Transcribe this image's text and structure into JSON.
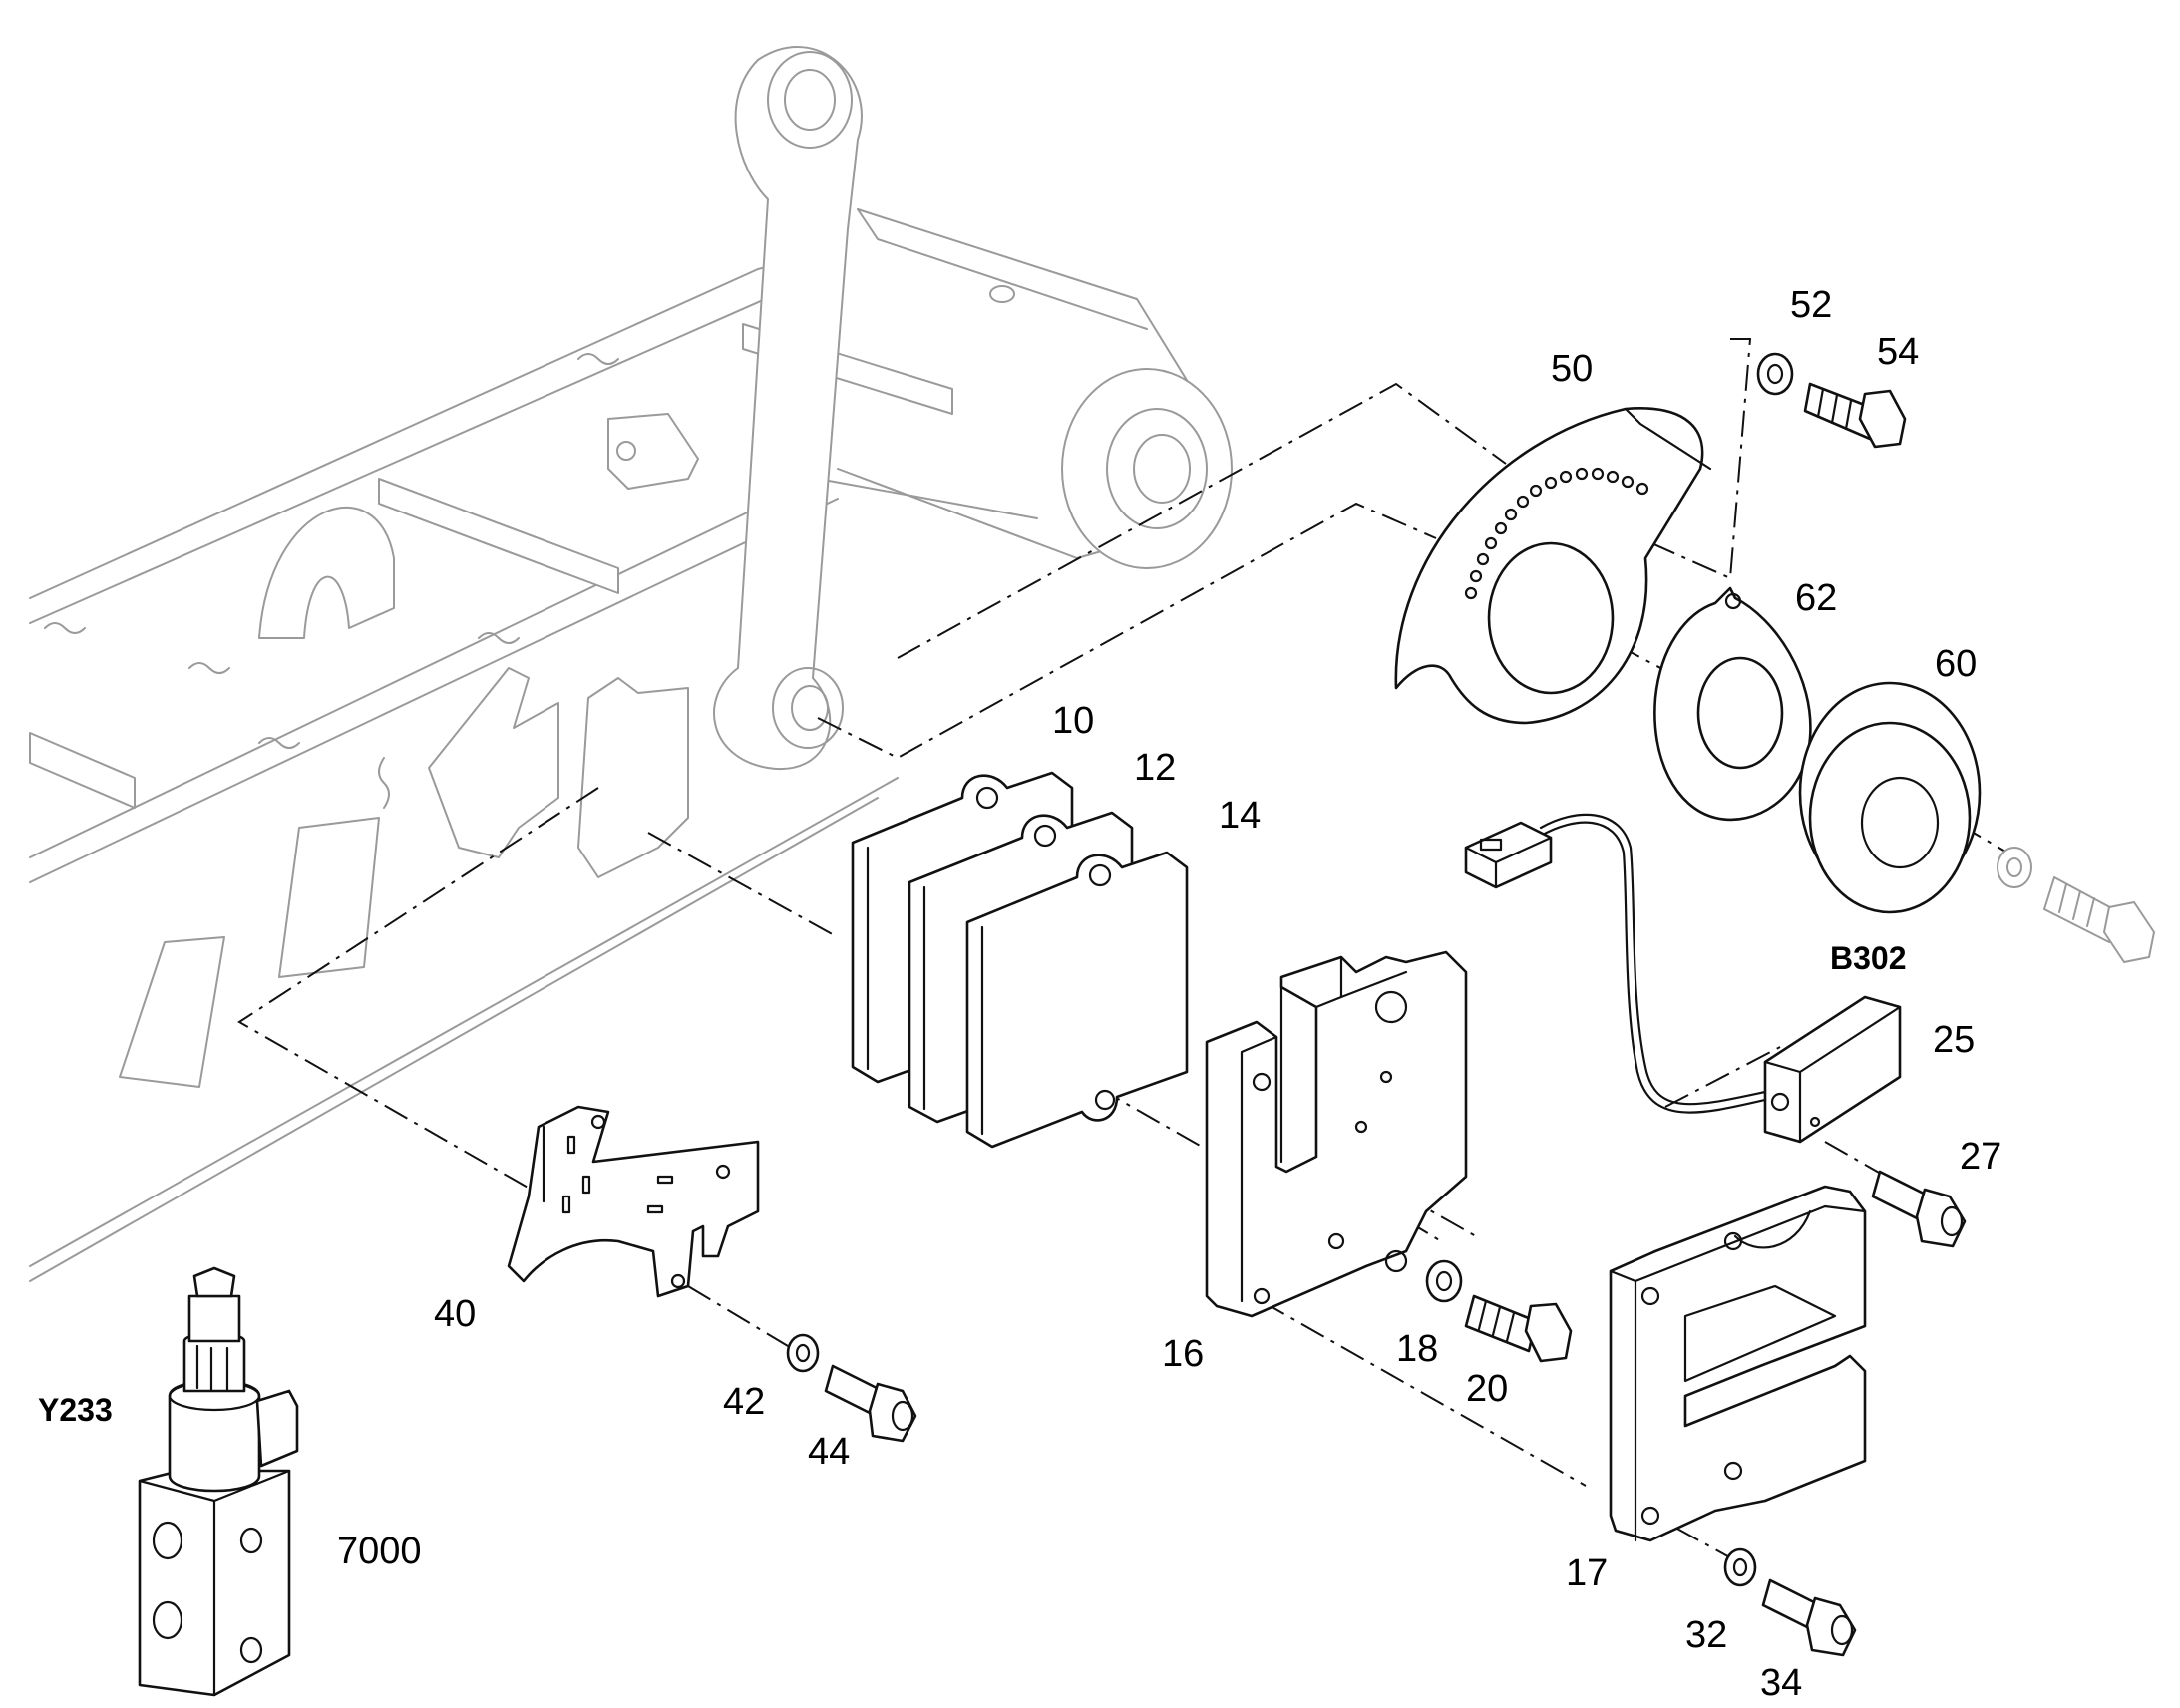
{
  "labels": {
    "p10": "10",
    "p12": "12",
    "p14": "14",
    "p16": "16",
    "p17": "17",
    "p18": "18",
    "p20": "20",
    "p25": "25",
    "p27": "27",
    "p32": "32",
    "p34": "34",
    "p40": "40",
    "p42": "42",
    "p44": "44",
    "p50": "50",
    "p52": "52",
    "p54": "54",
    "p60": "60",
    "p62": "62",
    "p7000": "7000",
    "b302": "B302",
    "y233": "Y233"
  },
  "colors": {
    "ghost": "#9a9a9a",
    "line": "#111111",
    "background": "#ffffff"
  }
}
